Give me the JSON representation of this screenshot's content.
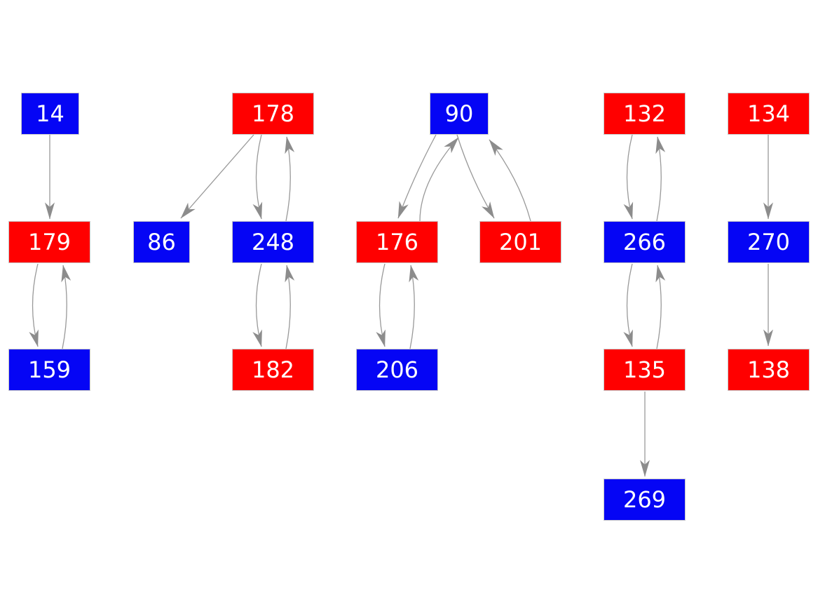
{
  "title": "",
  "colors": {
    "red": "#ff0000",
    "blue": "#0505f5",
    "edge": "#999999",
    "arrow": "#8c8c8c",
    "background": "#ffffff",
    "node_text": "#ffffff"
  },
  "nodes": [
    {
      "id": "14",
      "label": "14",
      "color": "blue"
    },
    {
      "id": "178",
      "label": "178",
      "color": "red"
    },
    {
      "id": "90",
      "label": "90",
      "color": "blue"
    },
    {
      "id": "132",
      "label": "132",
      "color": "red"
    },
    {
      "id": "134",
      "label": "134",
      "color": "red"
    },
    {
      "id": "179",
      "label": "179",
      "color": "red"
    },
    {
      "id": "86",
      "label": "86",
      "color": "blue"
    },
    {
      "id": "248",
      "label": "248",
      "color": "blue"
    },
    {
      "id": "176",
      "label": "176",
      "color": "red"
    },
    {
      "id": "201",
      "label": "201",
      "color": "red"
    },
    {
      "id": "266",
      "label": "266",
      "color": "blue"
    },
    {
      "id": "270",
      "label": "270",
      "color": "blue"
    },
    {
      "id": "159",
      "label": "159",
      "color": "blue"
    },
    {
      "id": "182",
      "label": "182",
      "color": "red"
    },
    {
      "id": "206",
      "label": "206",
      "color": "blue"
    },
    {
      "id": "135",
      "label": "135",
      "color": "red"
    },
    {
      "id": "138",
      "label": "138",
      "color": "red"
    },
    {
      "id": "269",
      "label": "269",
      "color": "blue"
    }
  ],
  "edges": [
    {
      "from": "14",
      "to": "179"
    },
    {
      "from": "179",
      "to": "159"
    },
    {
      "from": "159",
      "to": "179"
    },
    {
      "from": "178",
      "to": "86"
    },
    {
      "from": "178",
      "to": "248"
    },
    {
      "from": "248",
      "to": "178"
    },
    {
      "from": "248",
      "to": "182"
    },
    {
      "from": "182",
      "to": "248"
    },
    {
      "from": "90",
      "to": "176"
    },
    {
      "from": "176",
      "to": "90"
    },
    {
      "from": "90",
      "to": "201"
    },
    {
      "from": "201",
      "to": "90"
    },
    {
      "from": "176",
      "to": "206"
    },
    {
      "from": "206",
      "to": "176"
    },
    {
      "from": "132",
      "to": "266"
    },
    {
      "from": "266",
      "to": "132"
    },
    {
      "from": "266",
      "to": "135"
    },
    {
      "from": "135",
      "to": "266"
    },
    {
      "from": "135",
      "to": "269"
    },
    {
      "from": "134",
      "to": "270"
    },
    {
      "from": "270",
      "to": "138"
    }
  ]
}
